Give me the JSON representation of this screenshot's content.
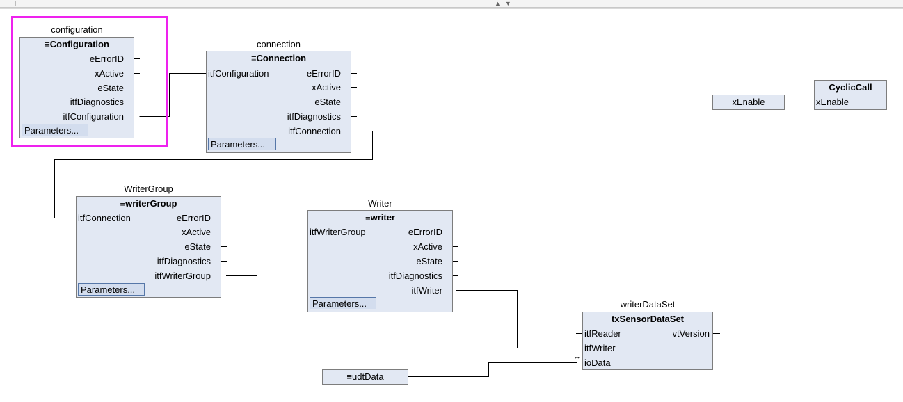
{
  "editor": {
    "menu_glyph": "≡",
    "bidirectional_glyph": "↔"
  },
  "blocks": {
    "configuration": {
      "instance": "configuration",
      "type": "Configuration",
      "outputs": [
        "eErrorID",
        "xActive",
        "eState",
        "itfDiagnostics",
        "itfConfiguration"
      ],
      "params_label": "Parameters..."
    },
    "connection": {
      "instance": "connection",
      "type": "Connection",
      "inputs": [
        "itfConfiguration"
      ],
      "outputs": [
        "eErrorID",
        "xActive",
        "eState",
        "itfDiagnostics",
        "itfConnection"
      ],
      "params_label": "Parameters..."
    },
    "cycliccall": {
      "type": "CyclicCall",
      "inputs": [
        "xEnable"
      ],
      "input_var": "xEnable"
    },
    "writergroup": {
      "instance": "WriterGroup",
      "type": "writerGroup",
      "inputs": [
        "itfConnection"
      ],
      "outputs": [
        "eErrorID",
        "xActive",
        "eState",
        "itfDiagnostics",
        "itfWriterGroup"
      ],
      "params_label": "Parameters..."
    },
    "writer": {
      "instance": "Writer",
      "type": "writer",
      "inputs": [
        "itfWriterGroup"
      ],
      "outputs": [
        "eErrorID",
        "xActive",
        "eState",
        "itfDiagnostics",
        "itfWriter"
      ],
      "params_label": "Parameters..."
    },
    "writerdataset": {
      "instance": "writerDataSet",
      "type": "txSensorDataSet",
      "inputs": [
        "itfReader",
        "itfWriter",
        "ioData"
      ],
      "outputs": [
        "vtVersion"
      ],
      "input_var": "udtData"
    }
  },
  "colors": {
    "block_fill": "#e2e8f3",
    "block_border": "#7d7d7d",
    "button_fill": "#d3ddee",
    "button_border": "#5677a8",
    "selection": "#ee22ee",
    "wire": "#000000"
  }
}
